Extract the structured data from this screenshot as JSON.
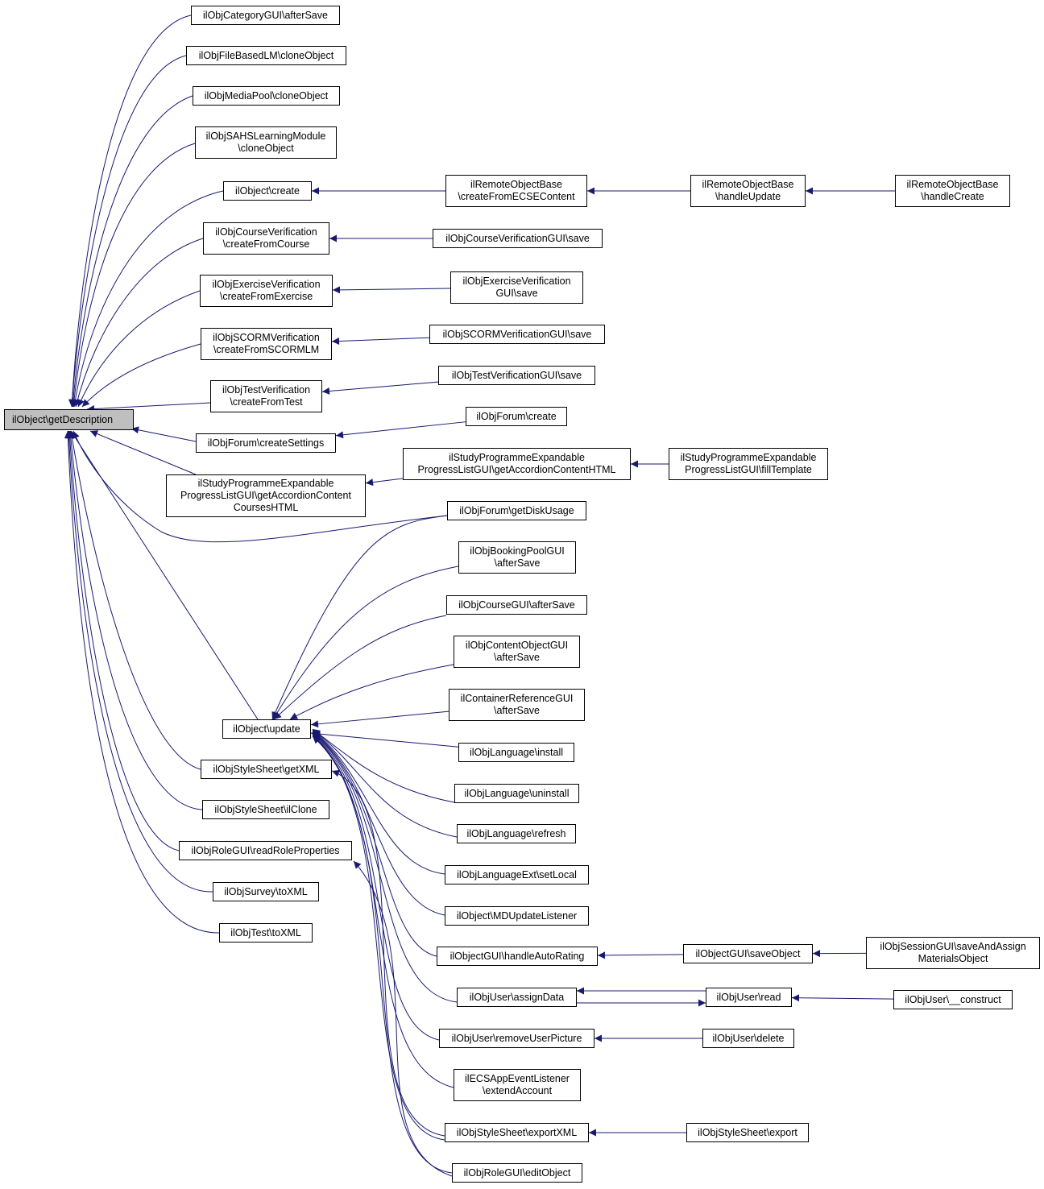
{
  "colors": {
    "edge": "#191970",
    "root_fill": "#bfbfbf",
    "node_fill": "#ffffff",
    "border": "#000000"
  },
  "nodes": {
    "root": [
      "ilObject\\getDescription"
    ],
    "catAfterSave": [
      "ilObjCategoryGUI\\afterSave"
    ],
    "fblmClone": [
      "ilObjFileBasedLM\\cloneObject"
    ],
    "mpClone": [
      "ilObjMediaPool\\cloneObject"
    ],
    "sahsClone": [
      "ilObjSAHSLearningModule",
      "\\cloneObject"
    ],
    "objCreate": [
      "ilObject\\create"
    ],
    "rbCreateECSE": [
      "ilRemoteObjectBase",
      "\\createFromECSEContent"
    ],
    "rbHandleUpdate": [
      "ilRemoteObjectBase",
      "\\handleUpdate"
    ],
    "rbHandleCreate": [
      "ilRemoteObjectBase",
      "\\handleCreate"
    ],
    "cvCreate": [
      "ilObjCourseVerification",
      "\\createFromCourse"
    ],
    "cvGuiSave": [
      "ilObjCourseVerificationGUI\\save"
    ],
    "evCreate": [
      "ilObjExerciseVerification",
      "\\createFromExercise"
    ],
    "evGuiSave": [
      "ilObjExerciseVerification",
      "GUI\\save"
    ],
    "svCreate": [
      "ilObjSCORMVerification",
      "\\createFromSCORMLM"
    ],
    "svGuiSave": [
      "ilObjSCORMVerificationGUI\\save"
    ],
    "tvCreate": [
      "ilObjTestVerification",
      "\\createFromTest"
    ],
    "tvGuiSave": [
      "ilObjTestVerificationGUI\\save"
    ],
    "forumCreateSettings": [
      "ilObjForum\\createSettings"
    ],
    "forumCreate": [
      "ilObjForum\\create"
    ],
    "spAccCourses": [
      "ilStudyProgrammeExpandable",
      "ProgressListGUI\\getAccordionContent",
      "CoursesHTML"
    ],
    "spAccHTML": [
      "ilStudyProgrammeExpandable",
      "ProgressListGUI\\getAccordionContentHTML"
    ],
    "spFillTemplate": [
      "ilStudyProgrammeExpandable",
      "ProgressListGUI\\fillTemplate"
    ],
    "forumDiskUsage": [
      "ilObjForum\\getDiskUsage"
    ],
    "bpAfterSave": [
      "ilObjBookingPoolGUI",
      "\\afterSave"
    ],
    "crsAfterSave": [
      "ilObjCourseGUI\\afterSave"
    ],
    "coAfterSave": [
      "ilObjContentObjectGUI",
      "\\afterSave"
    ],
    "crefAfterSave": [
      "ilContainerReferenceGUI",
      "\\afterSave"
    ],
    "objUpdate": [
      "ilObject\\update"
    ],
    "langInstall": [
      "ilObjLanguage\\install"
    ],
    "ssGetXML": [
      "ilObjStyleSheet\\getXML"
    ],
    "langUninstall": [
      "ilObjLanguage\\uninstall"
    ],
    "ssIlClone": [
      "ilObjStyleSheet\\ilClone"
    ],
    "langRefresh": [
      "ilObjLanguage\\refresh"
    ],
    "roleReadProps": [
      "ilObjRoleGUI\\readRoleProperties"
    ],
    "langExtSetLocal": [
      "ilObjLanguageExt\\setLocal"
    ],
    "survToXML": [
      "ilObjSurvey\\toXML"
    ],
    "objMDUpdate": [
      "ilObject\\MDUpdateListener"
    ],
    "testToXML": [
      "ilObjTest\\toXML"
    ],
    "guiAutoRating": [
      "ilObjectGUI\\handleAutoRating"
    ],
    "guiSaveObject": [
      "ilObjectGUI\\saveObject"
    ],
    "sessSaveAssign": [
      "ilObjSessionGUI\\saveAndAssign",
      "MaterialsObject"
    ],
    "userAssignData": [
      "ilObjUser\\assignData"
    ],
    "userRead": [
      "ilObjUser\\read"
    ],
    "userConstruct": [
      "ilObjUser\\__construct"
    ],
    "userRemovePic": [
      "ilObjUser\\removeUserPicture"
    ],
    "userDelete": [
      "ilObjUser\\delete"
    ],
    "ecsExtend": [
      "ilECSAppEventListener",
      "\\extendAccount"
    ],
    "ssExportXML": [
      "ilObjStyleSheet\\exportXML"
    ],
    "ssExport": [
      "ilObjStyleSheet\\export"
    ],
    "roleEditObject": [
      "ilObjRoleGUI\\editObject"
    ]
  },
  "edges": [
    {
      "from": "catAfterSave",
      "to": "root"
    },
    {
      "from": "fblmClone",
      "to": "root"
    },
    {
      "from": "mpClone",
      "to": "root"
    },
    {
      "from": "sahsClone",
      "to": "root"
    },
    {
      "from": "objCreate",
      "to": "root"
    },
    {
      "from": "cvCreate",
      "to": "root"
    },
    {
      "from": "evCreate",
      "to": "root"
    },
    {
      "from": "svCreate",
      "to": "root"
    },
    {
      "from": "tvCreate",
      "to": "root"
    },
    {
      "from": "forumCreateSettings",
      "to": "root"
    },
    {
      "from": "spAccCourses",
      "to": "root"
    },
    {
      "from": "forumDiskUsage",
      "to": "root"
    },
    {
      "from": "objUpdate",
      "to": "root"
    },
    {
      "from": "ssGetXML",
      "to": "root"
    },
    {
      "from": "ssIlClone",
      "to": "root"
    },
    {
      "from": "roleReadProps",
      "to": "root"
    },
    {
      "from": "survToXML",
      "to": "root"
    },
    {
      "from": "testToXML",
      "to": "root"
    },
    {
      "from": "rbCreateECSE",
      "to": "objCreate"
    },
    {
      "from": "rbHandleUpdate",
      "to": "rbCreateECSE"
    },
    {
      "from": "rbHandleCreate",
      "to": "rbHandleUpdate"
    },
    {
      "from": "cvGuiSave",
      "to": "cvCreate"
    },
    {
      "from": "evGuiSave",
      "to": "evCreate"
    },
    {
      "from": "svGuiSave",
      "to": "svCreate"
    },
    {
      "from": "tvGuiSave",
      "to": "tvCreate"
    },
    {
      "from": "forumCreate",
      "to": "forumCreateSettings"
    },
    {
      "from": "spAccHTML",
      "to": "spAccCourses"
    },
    {
      "from": "spFillTemplate",
      "to": "spAccHTML"
    },
    {
      "from": "forumDiskUsage",
      "to": "objUpdate"
    },
    {
      "from": "bpAfterSave",
      "to": "objUpdate"
    },
    {
      "from": "crsAfterSave",
      "to": "objUpdate"
    },
    {
      "from": "coAfterSave",
      "to": "objUpdate"
    },
    {
      "from": "crefAfterSave",
      "to": "objUpdate"
    },
    {
      "from": "langInstall",
      "to": "objUpdate"
    },
    {
      "from": "langUninstall",
      "to": "objUpdate"
    },
    {
      "from": "langRefresh",
      "to": "objUpdate"
    },
    {
      "from": "langExtSetLocal",
      "to": "objUpdate"
    },
    {
      "from": "objMDUpdate",
      "to": "objUpdate"
    },
    {
      "from": "guiAutoRating",
      "to": "objUpdate"
    },
    {
      "from": "userAssignData",
      "to": "objUpdate"
    },
    {
      "from": "userRemovePic",
      "to": "objUpdate"
    },
    {
      "from": "ecsExtend",
      "to": "objUpdate"
    },
    {
      "from": "ssExportXML",
      "to": "objUpdate"
    },
    {
      "from": "roleEditObject",
      "to": "objUpdate"
    },
    {
      "from": "ssExportXML",
      "to": "ssGetXML"
    },
    {
      "from": "roleEditObject",
      "to": "roleReadProps"
    },
    {
      "from": "guiSaveObject",
      "to": "guiAutoRating"
    },
    {
      "from": "sessSaveAssign",
      "to": "guiSaveObject"
    },
    {
      "from": "userRead",
      "to": "userAssignData"
    },
    {
      "from": "userAssignData",
      "to": "userRead"
    },
    {
      "from": "userConstruct",
      "to": "userRead"
    },
    {
      "from": "userDelete",
      "to": "userRemovePic"
    },
    {
      "from": "ssExport",
      "to": "ssExportXML"
    }
  ]
}
